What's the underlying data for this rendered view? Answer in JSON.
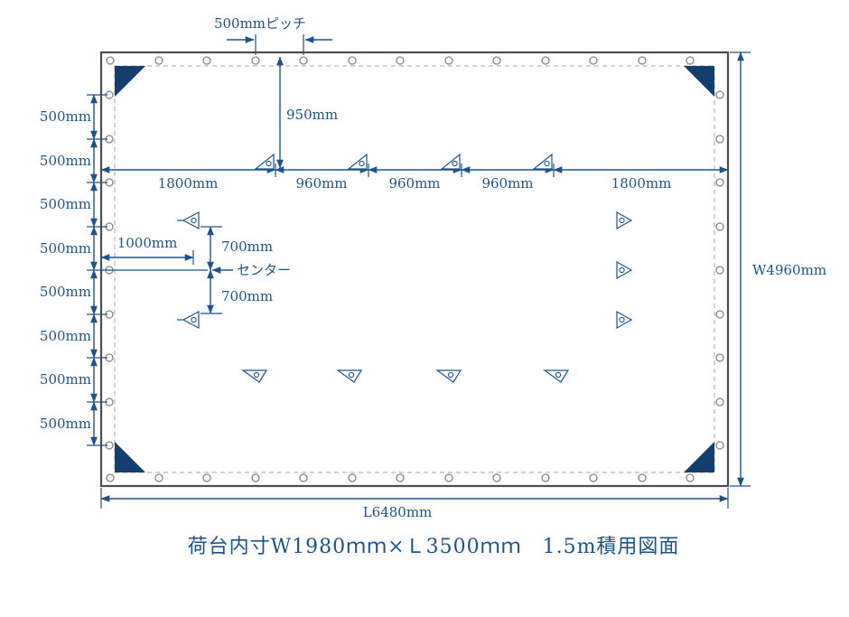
{
  "title": "荷台内寸W1980ｍｍ×Ｌ3500ｍｍ　1.5m積用図面",
  "colors": {
    "dimension": "#1e538c",
    "corner": "#143e6e",
    "tarp_border": "#4d4d4d",
    "hem_dash": "#a8a8a8",
    "eyelet": "#858585"
  },
  "dimensions": {
    "pitch_label": "500mmピッチ",
    "top_offset": "950mm",
    "top_row_segments": [
      "1800mm",
      "960mm",
      "960mm",
      "960mm",
      "1800mm"
    ],
    "left_pitch_segments": [
      "500mm",
      "500mm",
      "500mm",
      "500mm",
      "500mm",
      "500mm",
      "500mm",
      "500mm"
    ],
    "hook_offset_left": "1000mm",
    "center_label": "センター",
    "hook_spacing_upper": "700mm",
    "hook_spacing_lower": "700mm",
    "overall_width": "W4960mm",
    "overall_length": "L6480mm"
  }
}
